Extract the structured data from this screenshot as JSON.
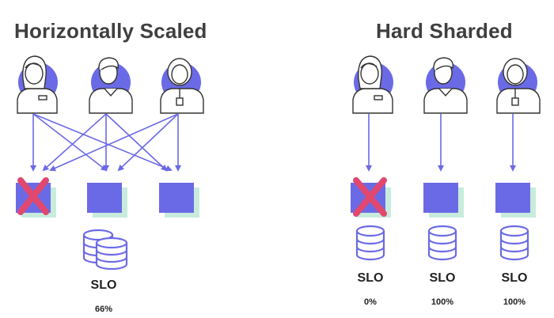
{
  "left": {
    "title": "Horizontally Scaled",
    "slo_label": "SLO",
    "slo_value": "66%"
  },
  "right": {
    "title": "Hard Sharded",
    "shards": [
      {
        "slo_label": "SLO",
        "slo_value": "0%"
      },
      {
        "slo_label": "SLO",
        "slo_value": "100%"
      },
      {
        "slo_label": "SLO",
        "slo_value": "100%"
      }
    ]
  },
  "colors": {
    "accent": "#6b6ae6",
    "shadow": "#c7ecdc",
    "failure": "#e0486f",
    "line": "#333333",
    "text": "#3f3f3f"
  },
  "icons": [
    "person-icon",
    "server-square-icon",
    "failure-x-icon",
    "database-icon"
  ]
}
